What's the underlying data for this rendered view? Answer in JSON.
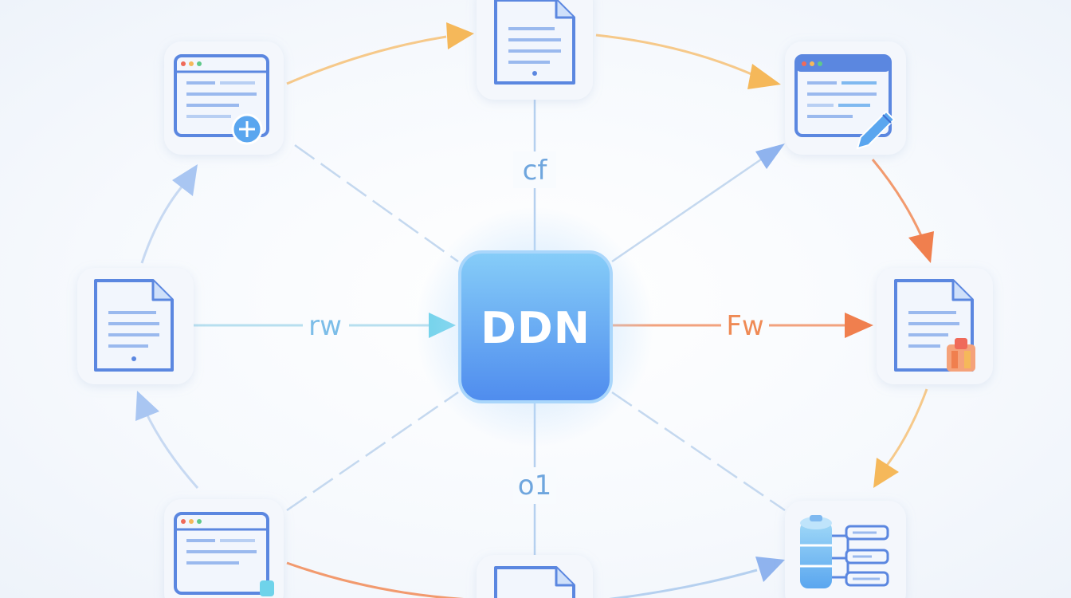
{
  "hub": {
    "label": "DDN"
  },
  "edge_labels": {
    "top": "cf",
    "left": "rw",
    "right": "Fw",
    "bottom": "o1"
  },
  "colors": {
    "hub_top": "#7cc2f7",
    "hub_bottom": "#4f8fef",
    "blue_line": "#a9c8ee",
    "blue_arrow": "#7fa9ec",
    "cyan_arrow": "#6fd3ea",
    "orange_line": "#f29a6e",
    "orange_arrow": "#f07f4e",
    "yellow_arrow": "#f5b85a",
    "label_blue": "#6fa6de",
    "label_orange": "#ef8a55",
    "icon_blue": "#5b87e0"
  },
  "nodes": [
    {
      "id": "top",
      "icon": "document-icon"
    },
    {
      "id": "top-left",
      "icon": "browser-window-add-icon"
    },
    {
      "id": "top-right",
      "icon": "browser-window-edit-icon"
    },
    {
      "id": "left",
      "icon": "document-icon"
    },
    {
      "id": "right",
      "icon": "document-tools-icon"
    },
    {
      "id": "bottom-left",
      "icon": "browser-window-icon"
    },
    {
      "id": "bottom",
      "icon": "document-icon"
    },
    {
      "id": "bottom-right",
      "icon": "database-network-icon"
    }
  ]
}
